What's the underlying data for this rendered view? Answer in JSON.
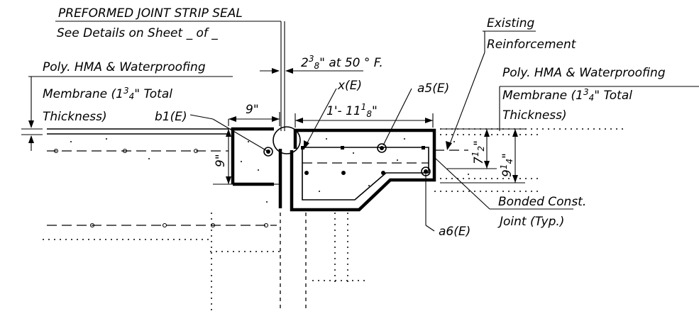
{
  "labels": {
    "seal_title": "PREFORMED JOINT STRIP SEAL",
    "seal_ref": "See Details on Sheet _ of _",
    "gap_main": "2",
    "gap_frac": "3",
    "gap_den": "8",
    "gap_rest": "\" at 50 ° F.",
    "left_poly": "Poly. HMA & Waterproofing",
    "left_membrane": "Membrane (1",
    "left_membrane_frac": "3",
    "left_membrane_den": "4",
    "left_membrane_rest": "\" Total",
    "left_thickness": "Thickness)",
    "right_poly": "Poly. HMA & Waterproofing",
    "right_membrane": "Membrane (1",
    "right_membrane_frac": "3",
    "right_membrane_den": "4",
    "right_membrane_rest": "\" Total",
    "right_thickness": "Thickness)",
    "existing": "Existing",
    "reinforcement": "Reinforcement",
    "x_e": "x(E)",
    "a5_e": "a5(E)",
    "b1_e": "b1(E)",
    "a6_e": "a6(E)",
    "bonded": "Bonded Const.",
    "joint_typ": "Joint (Typ.)"
  },
  "dimensions": {
    "left_width": "9\"",
    "left_height": "9\"",
    "right_width_main": "1'- 11",
    "right_width_frac": "1",
    "right_width_den": "8",
    "right_width_end": "\"",
    "h_7_main": "7",
    "h_7_frac": "1",
    "h_7_den": "2",
    "h_7_end": "\"",
    "h_9_main": "9",
    "h_9_frac": "1",
    "h_9_den": "4",
    "h_9_end": "\""
  }
}
